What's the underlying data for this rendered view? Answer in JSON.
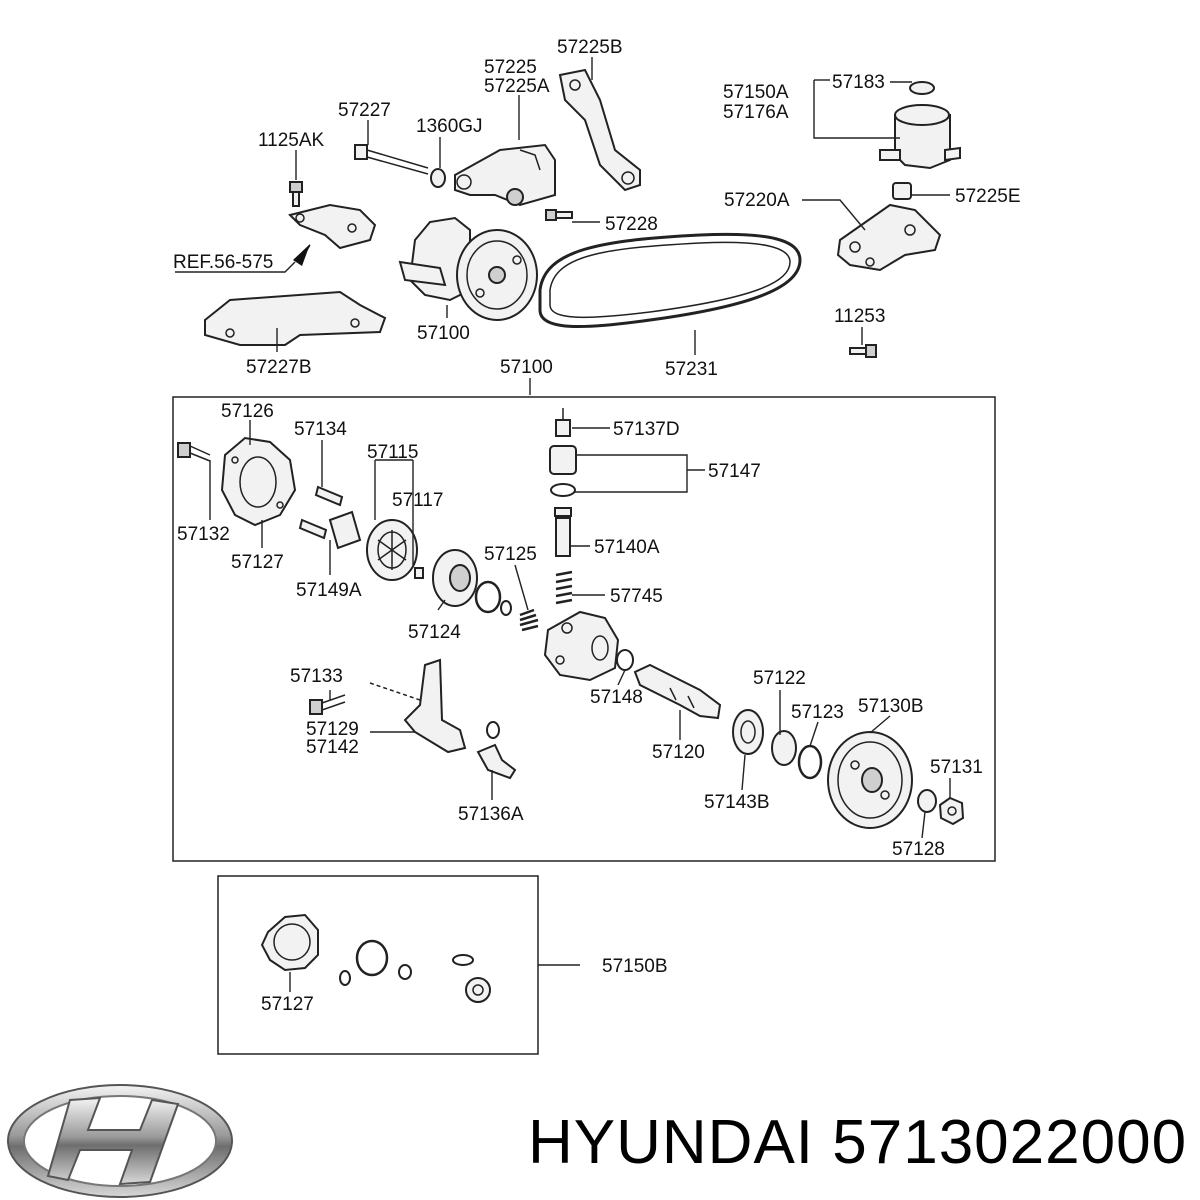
{
  "diagram": {
    "labels": {
      "l57225B": "57225B",
      "l57225": "57225",
      "l57225A": "57225A",
      "l57227": "57227",
      "l1360GJ": "1360GJ",
      "l1125AK": "1125AK",
      "l57228": "57228",
      "lRef": "REF.56-575",
      "l57100a": "57100",
      "l57227B": "57227B",
      "l57100b": "57100",
      "l57231": "57231",
      "l57150A": "57150A",
      "l57176A": "57176A",
      "l57183": "57183",
      "l57220A": "57220A",
      "l57225E": "57225E",
      "l11253": "11253",
      "l57126": "57126",
      "l57134": "57134",
      "l57115": "57115",
      "l57117": "57117",
      "l57132": "57132",
      "l57127a": "57127",
      "l57149A": "57149A",
      "l57124": "57124",
      "l57125": "57125",
      "l57137D": "57137D",
      "l57147": "57147",
      "l57140A": "57140A",
      "l57745": "57745",
      "l57148": "57148",
      "l57133": "57133",
      "l57129": "57129",
      "l57142": "57142",
      "l57136A": "57136A",
      "l57120": "57120",
      "l57122": "57122",
      "l57123": "57123",
      "l57130B": "57130B",
      "l57131": "57131",
      "l57143B": "57143B",
      "l57128": "57128",
      "l57127b": "57127",
      "l57150B": "57150B"
    }
  },
  "brand": {
    "text": "HYUNDAI 5713022000",
    "logo": "hyundai-logo"
  }
}
